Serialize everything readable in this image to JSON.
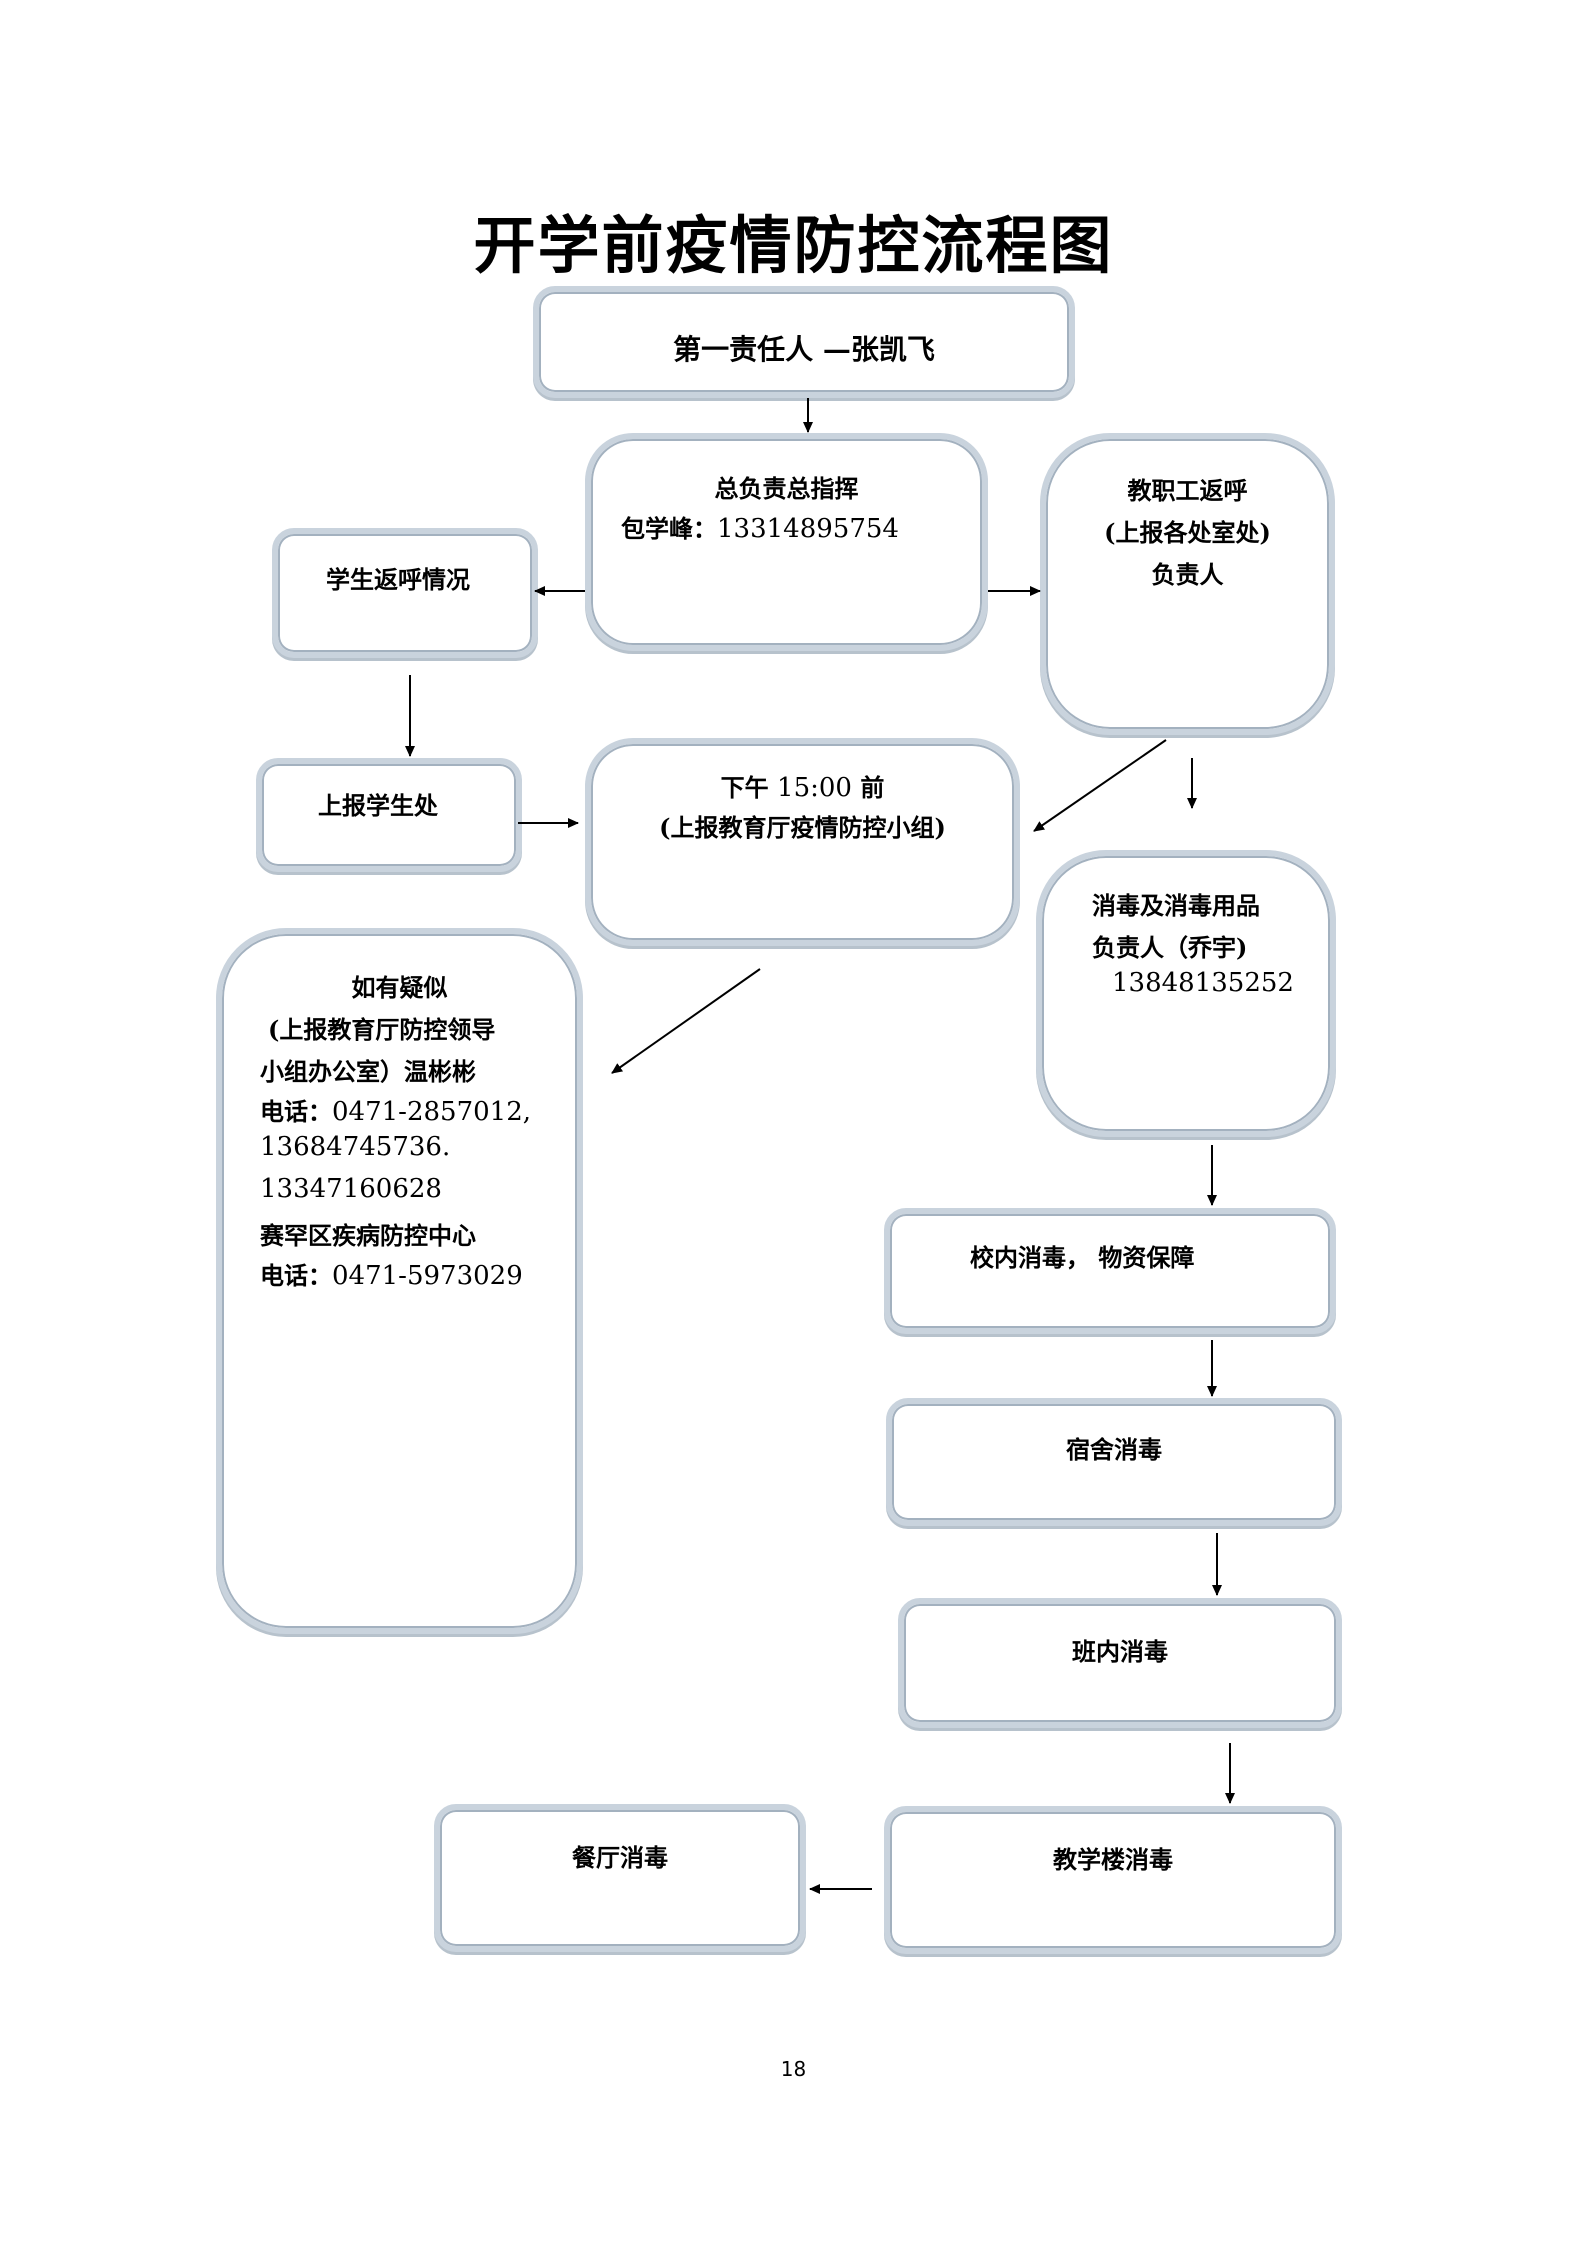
{
  "title": "开学前疫情防控流程图",
  "page_number": "18",
  "nodes": {
    "first_responsible": {
      "text": "第一责任人 —张凯飞"
    },
    "commander": {
      "line1": "总负责总指挥",
      "line2_label": "包学峰：",
      "line2_phone": "13314895754"
    },
    "staff_return": {
      "line1": "教职工返呼",
      "line2": "(上报各处室处)",
      "line3": "负责人"
    },
    "student_return": {
      "text": "学生返呼情况"
    },
    "report_student": {
      "text": "上报学生处"
    },
    "before_1500": {
      "line1_a": "下午",
      "line1_time": "15:00",
      "line1_b": "前",
      "line2": "(上报教育厅疫情防控小组)"
    },
    "disinfect_supplies": {
      "line1": "消毒及消毒用品",
      "line2": "负责人（乔宇)",
      "line3": "13848135252"
    },
    "suspected": {
      "line1": "如有疑似",
      "line2": "(上报教育厅防控领导",
      "line3": "小组办公室）温彬彬",
      "line4_label": "电话：",
      "line4_num": "0471-2857012,",
      "line5": "13684745736.",
      "line6": "13347160628",
      "line7": "赛罕区疾病防控中心",
      "line8_label": "电话：",
      "line8_num": "0471-5973029"
    },
    "campus_disinfect": {
      "text": "校内消毒，  物资保障"
    },
    "dorm_disinfect": {
      "text": "宿舍消毒"
    },
    "class_disinfect": {
      "text": "班内消毒"
    },
    "building_disinfect": {
      "text": "教学楼消毒"
    },
    "canteen_disinfect": {
      "text": "餐厅消毒"
    }
  }
}
